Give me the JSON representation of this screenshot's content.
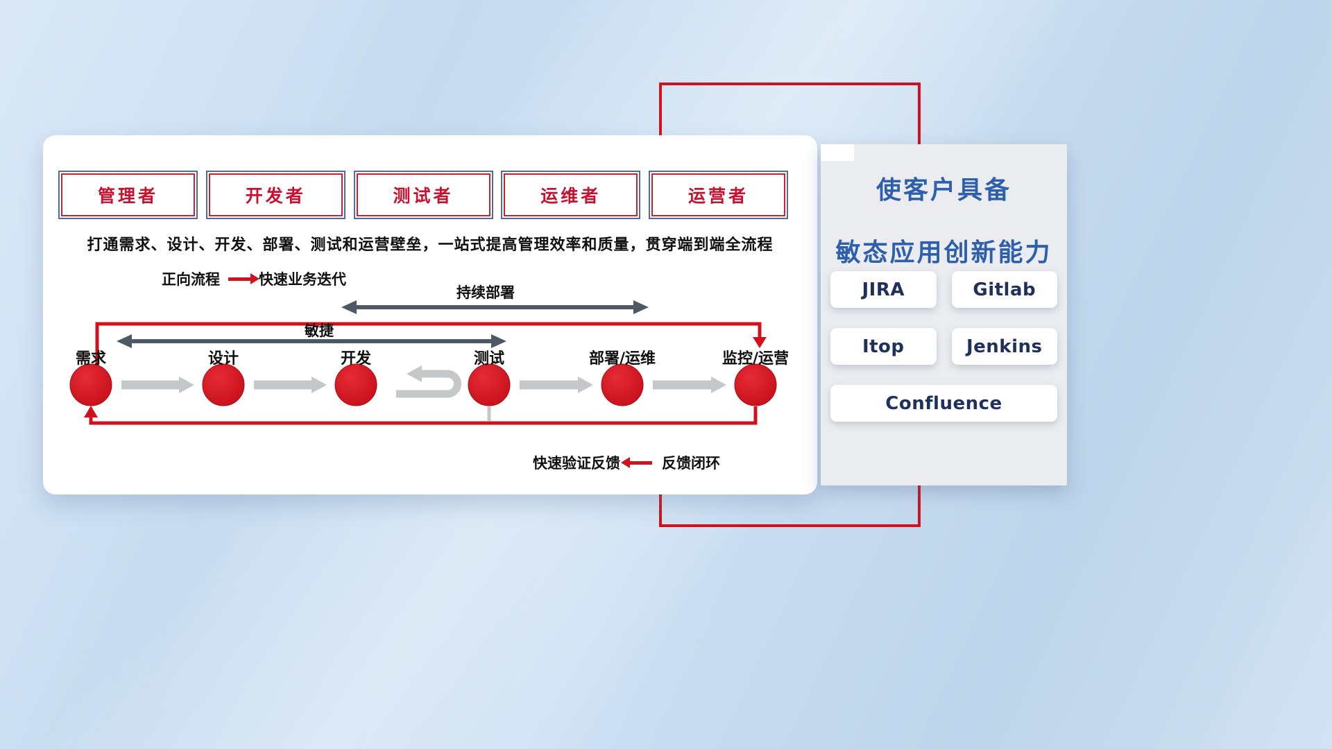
{
  "roles": [
    "管理者",
    "开发者",
    "测试者",
    "运维者",
    "运营者"
  ],
  "subtitle": "打通需求、设计、开发、部署、测试和运营壁垒，一站式提高管理效率和质量，贯穿端到端全流程",
  "legend_forward": {
    "label": "正向流程",
    "desc": "快速业务迭代"
  },
  "legend_feedback": {
    "label": "快速验证反馈",
    "desc": "反馈闭环"
  },
  "flow": {
    "stages": [
      "需求",
      "设计",
      "开发",
      "测试",
      "部署/运维",
      "监控/运营"
    ],
    "agile_label": "敏捷",
    "cd_label": "持续部署"
  },
  "right_panel": {
    "title_line1": "使客户具备",
    "title_line2": "敏态应用创新能力",
    "tools": [
      "JIRA",
      "Gitlab",
      "Itop",
      "Jenkins",
      "Confluence"
    ]
  },
  "colors": {
    "accent_red": "#d0121f",
    "title_blue": "#2e5fad",
    "arrow_dark": "#4d5966",
    "arrow_gray": "#c5c7c9",
    "role_text_red": "#c8102e"
  }
}
